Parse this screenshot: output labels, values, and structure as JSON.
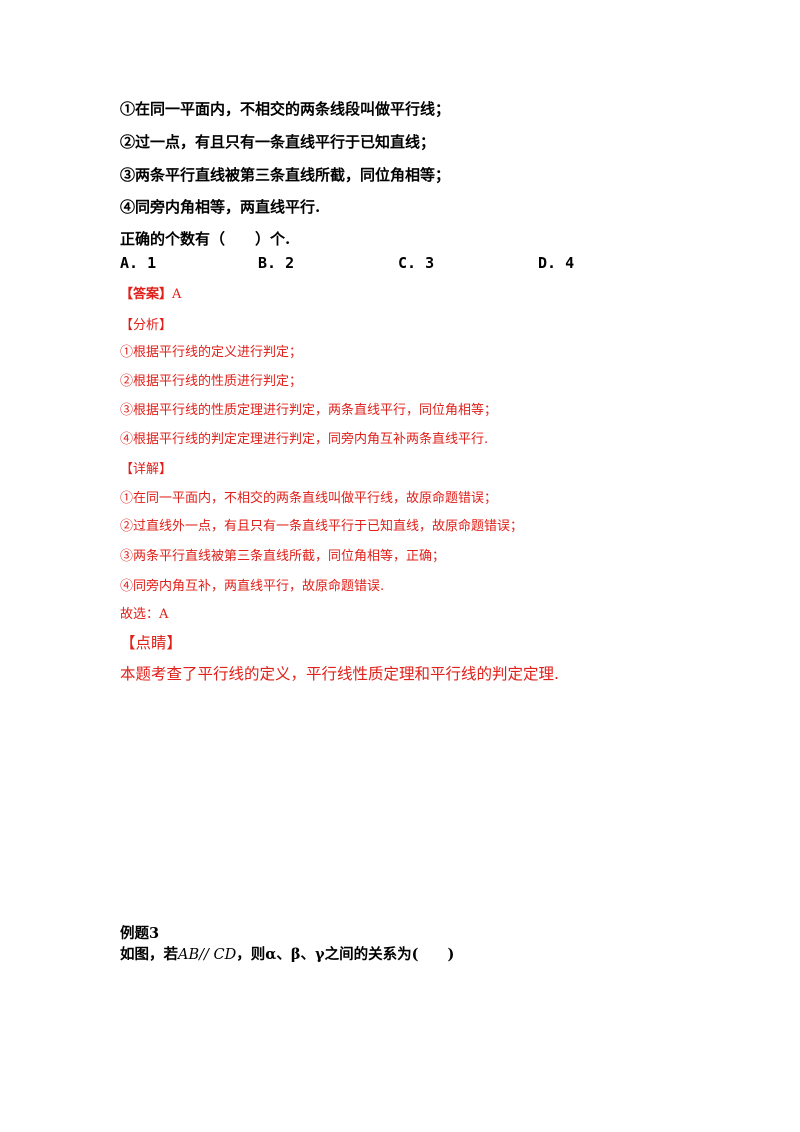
{
  "statements": [
    "①在同一平面内，不相交的两条线段叫做平行线；",
    "②过一点，有且只有一条直线平行于已知直线；",
    "③两条平行直线被第三条直线所截，同位角相等；",
    "④同旁内角相等，两直线平行."
  ],
  "question": "正确的个数有（　　）个.",
  "options": [
    "A. 1",
    "B. 2",
    "C. 3",
    "D. 4"
  ],
  "answer": {
    "tag": "【答案】",
    "value": "A"
  },
  "analysis": {
    "tag": "【分析】",
    "lines": [
      "①根据平行线的定义进行判定；",
      "②根据平行线的性质进行判定；",
      "③根据平行线的性质定理进行判定，两条直线平行，同位角相等；",
      "④根据平行线的判定定理进行判定，同旁内角互补两条直线平行."
    ]
  },
  "detail": {
    "tag": "【详解】",
    "lines": [
      "①在同一平面内，不相交的两条直线叫做平行线，故原命题错误；",
      "②过直线外一点，有且只有一条直线平行于已知直线，故原命题错误；",
      "③两条平行直线被第三条直线所截，同位角相等，正确；",
      "④同旁内角互补，两直线平行，故原命题错误."
    ],
    "choice": "故选：A"
  },
  "comment": {
    "tag": "【点睛】",
    "text": "本题考查了平行线的定义，平行线性质定理和平行线的判定定理."
  },
  "example3": {
    "title": "例题3",
    "prefix": "如图，若",
    "parallel": "AB// CD",
    "suffix": "，则α、β、γ之间的关系为(　　)"
  }
}
